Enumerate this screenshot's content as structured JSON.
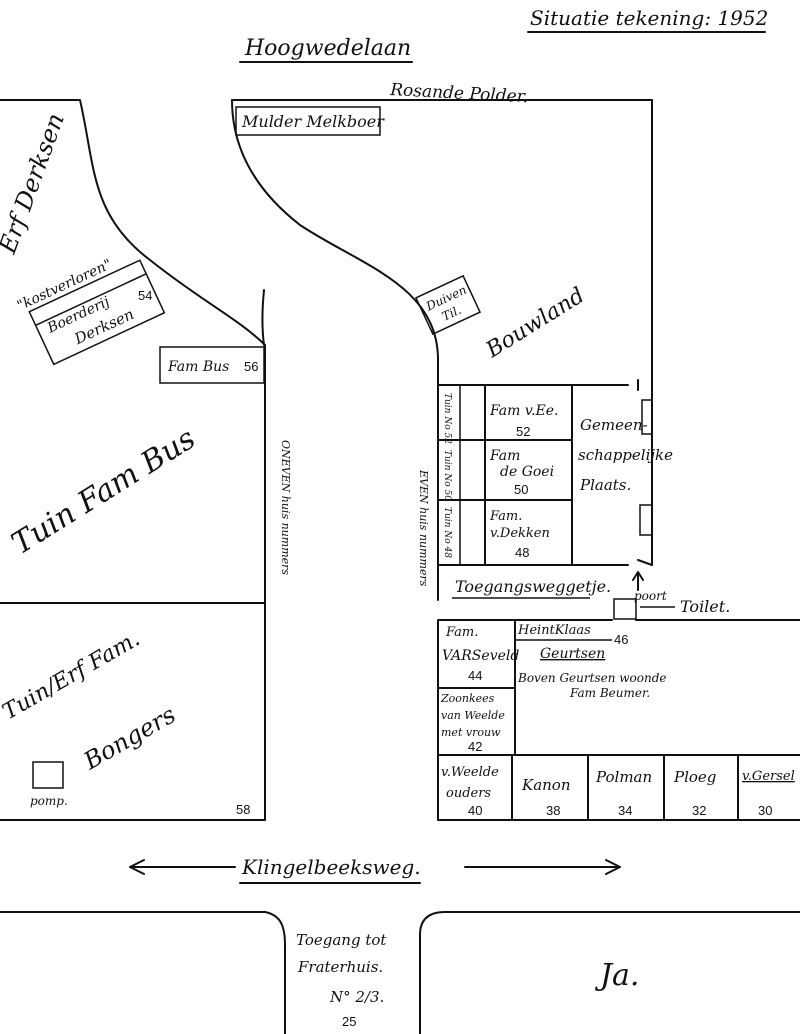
{
  "header": {
    "title": "Situatie tekening: 1952",
    "top_road": "Hoogwedelaan",
    "polder": "Rosande Polder."
  },
  "areas": {
    "erf_derksen": "Erf Derksen",
    "kostverloren_line1": "\"kostverloren\"",
    "kostverloren_line2": "Boerderij",
    "kostverloren_line3": "Derksen",
    "kostverloren_no": "54",
    "mulder": "Mulder Melkboer",
    "duiventil_line1": "Duiven",
    "duiventil_line2": "Til.",
    "bouwland": "Bouwland",
    "fam_bus": "Fam Bus",
    "fam_bus_no": "56",
    "tuin_fam_bus": "Tuin Fam Bus",
    "oneven_vertical": "ONEVEN huis nummers",
    "even_vertical": "EVEN huis nummers",
    "tuin_erf_line1": "Tuin/Erf Fam.",
    "tuin_erf_line2": "Bongers",
    "pomp": "pomp.",
    "no58": "58",
    "gemeen_line1": "Gemeen-",
    "gemeen_line2": "schappelijke",
    "gemeen_line3": "Plaats.",
    "toegangsweg": "Toegangsweggetje.",
    "poort": "poort",
    "toilet": "Toilet.",
    "bouwen_line1": "Boven Geurtsen woonde",
    "bouwen_line2": "Fam Beumer.",
    "klingel": "Klingelbeeksweg.",
    "toegang_line1": "Toegang tot",
    "toegang_line2": "Fraterhuis.",
    "toegang_line3": "N° 2/3.",
    "toegang_no": "25",
    "signature": "Ja."
  },
  "houses": [
    {
      "tuin": "Tuin No 52",
      "name1": "Fam v.Ee.",
      "name2": "",
      "no": "52"
    },
    {
      "tuin": "Tuin No 50",
      "name1": "Fam",
      "name2": "de Goei",
      "no": "50"
    },
    {
      "tuin": "Tuin No 48",
      "name1": "Fam.",
      "name2": "v.Dekken",
      "no": "48"
    }
  ],
  "lower_houses": [
    {
      "name1": "Fam.",
      "name2": "VARSeveld",
      "no": "44"
    },
    {
      "name1": "HeintKlaas",
      "name2": "Geurtsen",
      "no": "46"
    },
    {
      "name1": "Zoonkees",
      "name2": "van Weelde",
      "name3": "met vrouw",
      "no": "42"
    }
  ],
  "bottom_row": [
    {
      "name1": "v.Weelde",
      "name2": "ouders",
      "no": "40"
    },
    {
      "name1": "Kanon",
      "name2": "",
      "no": "38"
    },
    {
      "name1": "Polman",
      "name2": "",
      "no": "34"
    },
    {
      "name1": "Ploeg",
      "name2": "",
      "no": "32"
    },
    {
      "name1": "v.Gersel",
      "name2": "",
      "no": "30"
    }
  ]
}
